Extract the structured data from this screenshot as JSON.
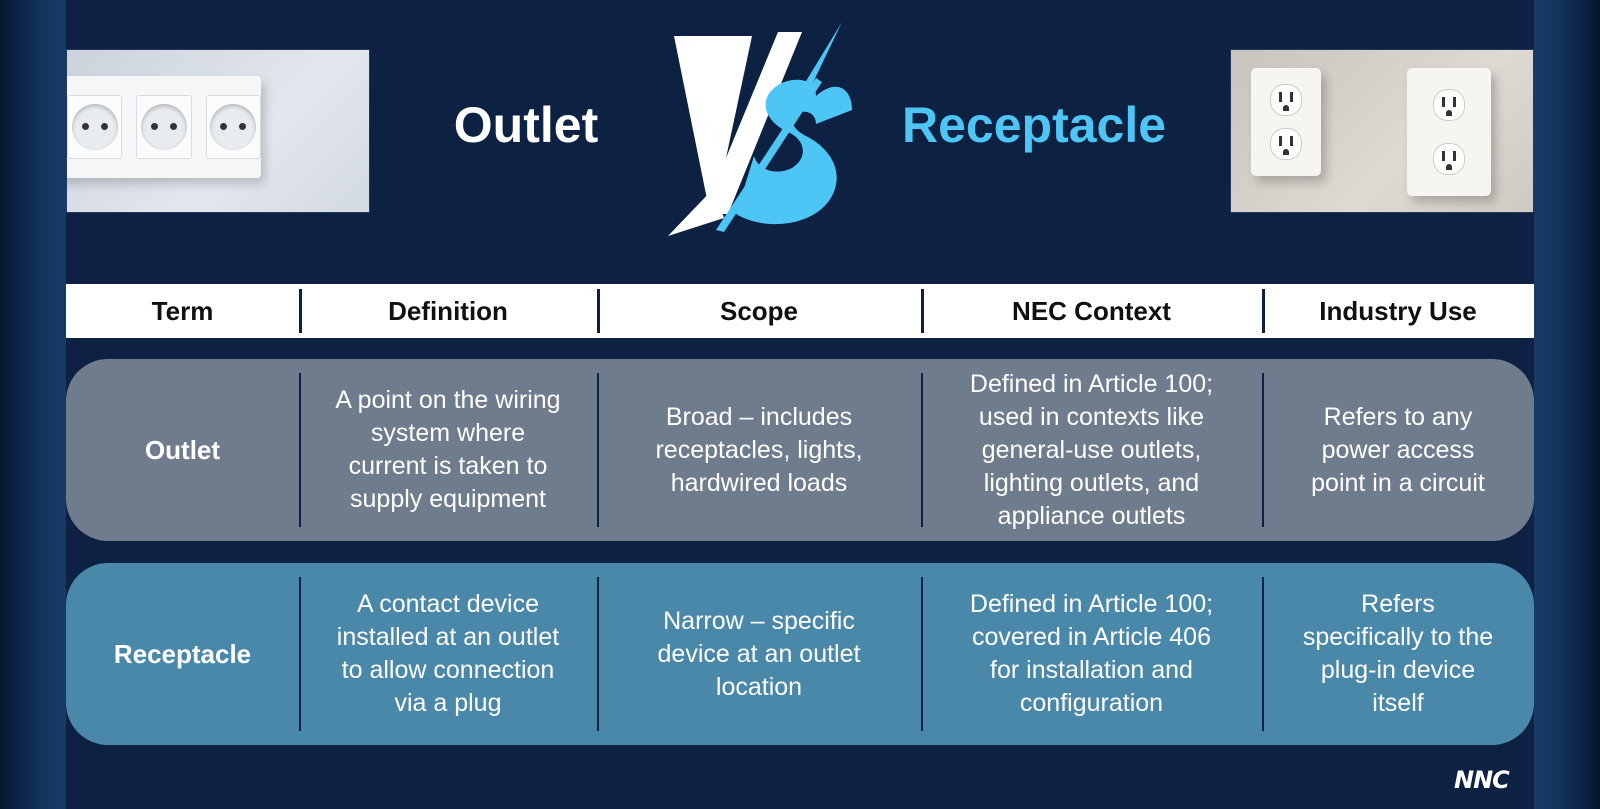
{
  "header": {
    "left_title": "Outlet",
    "right_title": "Receptacle",
    "vs_logo": "VS"
  },
  "images": {
    "left": "european-outlet-photo",
    "right": "us-receptacle-photo"
  },
  "colors": {
    "background": "#0d2142",
    "accent_blue": "#4ec6f5",
    "outlet_row": "#6f7c8e",
    "receptacle_row": "#4a88aa"
  },
  "table": {
    "headers": [
      "Term",
      "Definition",
      "Scope",
      "NEC Context",
      "Industry Use"
    ],
    "rows": [
      {
        "term": "Outlet",
        "definition": "A point on the wiring\nsystem where\ncurrent is taken to\nsupply equipment",
        "scope": "Broad – includes\nreceptacles, lights,\nhardwired loads",
        "nec": "Defined in Article 100;\nused in contexts like\ngeneral-use outlets,\nlighting outlets, and\nappliance outlets",
        "industry": "Refers to any\npower access\npoint in a circuit"
      },
      {
        "term": "Receptacle",
        "definition": "A contact device\ninstalled at an outlet\nto allow connection\nvia a plug",
        "scope": "Narrow – specific\ndevice at an outlet\nlocation",
        "nec": "Defined in Article 100;\ncovered in Article 406\nfor installation and\nconfiguration",
        "industry": "Refers\nspecifically to the\nplug-in device\nitself"
      }
    ]
  },
  "brand": "NNC"
}
